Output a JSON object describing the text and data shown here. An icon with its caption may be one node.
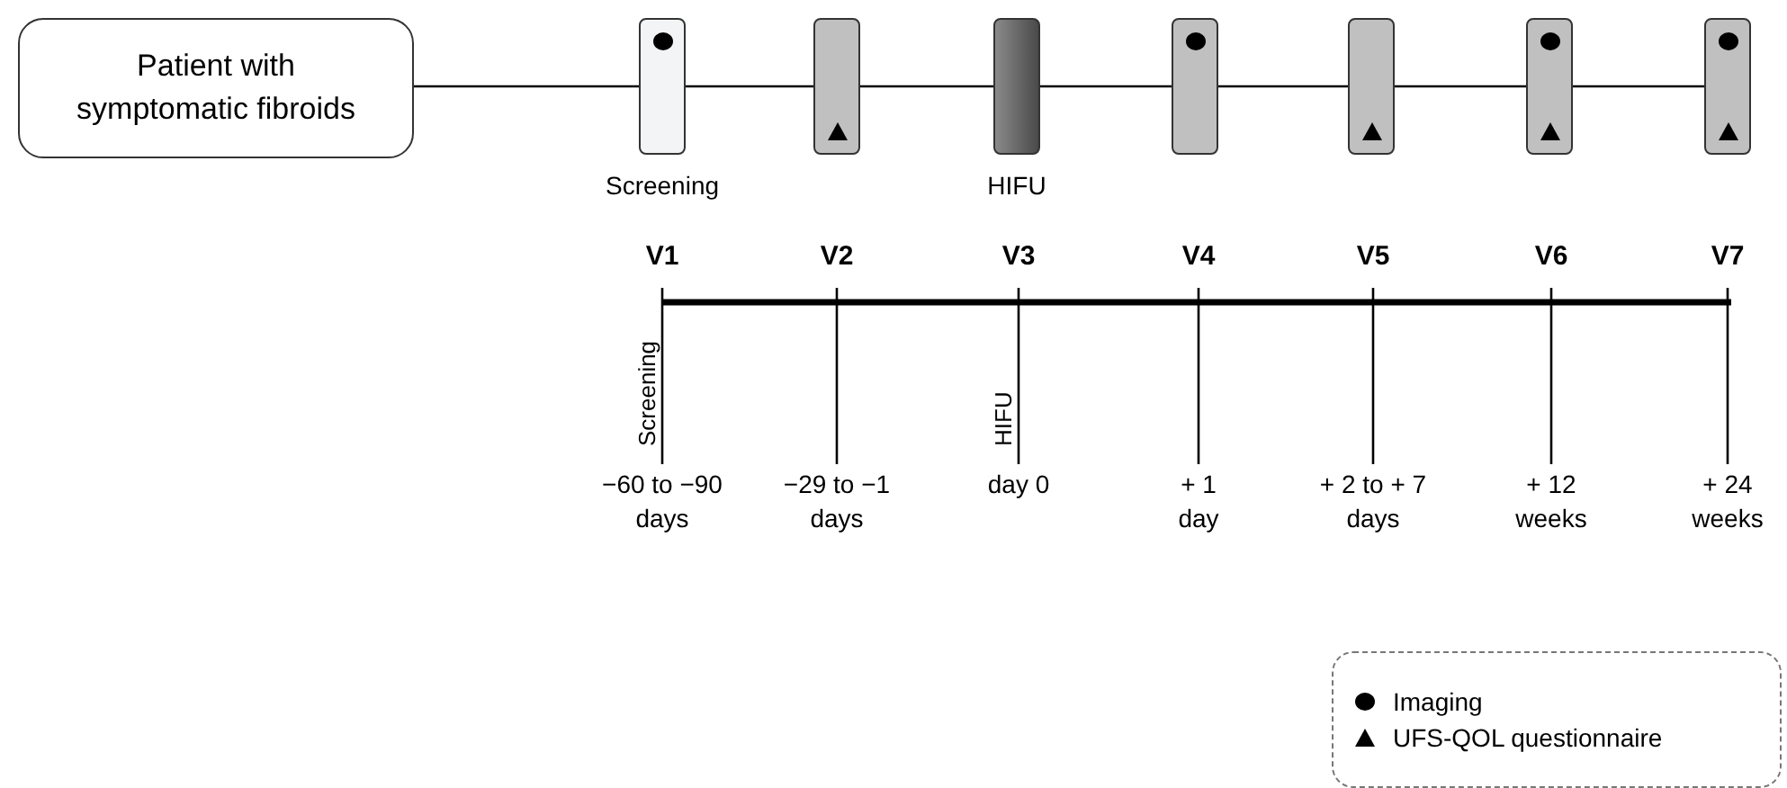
{
  "diagram": {
    "nodes": [
      {
        "text": [
          "Patient with symptomatic fibroids"
        ]
      },
      {
        "text": [],
        "shape": "box",
        "beside": [
          "Screening"
        ]
      },
      {
        "text": [],
        "shape": "box"
      },
      {
        "text": [],
        "shape": "box",
        "beside": [
          "HIFU"
        ]
      },
      {
        "text": [],
        "shape": "box"
      },
      {
        "text": [],
        "shape": "box"
      },
      {
        "text": [],
        "shape": "box"
      },
      {
        "text": [],
        "shape": "box"
      }
    ],
    "edges": [
      {
        "from": 0,
        "to": 1,
        "arrow": "none"
      },
      {
        "from": 1,
        "to": 2,
        "arrow": "none"
      },
      {
        "from": 2,
        "to": 3,
        "arrow": "none"
      },
      {
        "from": 3,
        "to": 4,
        "arrow": "none"
      },
      {
        "from": 4,
        "to": 5,
        "arrow": "none"
      },
      {
        "from": 5,
        "to": 6,
        "arrow": "none"
      },
      {
        "from": 6,
        "to": 7,
        "arrow": "none"
      }
    ],
    "labels": [
      "V1",
      "V2",
      "V3",
      "V4",
      "V5",
      "V6",
      "V7",
      "Screening",
      "HIFU",
      "−60 to −90 days",
      "−29 to −1 days",
      "day 0",
      "+ 1 day",
      "+ 2 to + 7 days",
      "+ 12 weeks",
      "+ 24 weeks"
    ],
    "legend": [
      {
        "text": "Imaging"
      },
      {
        "text": "UFS-QOL questionnaire"
      }
    ]
  }
}
